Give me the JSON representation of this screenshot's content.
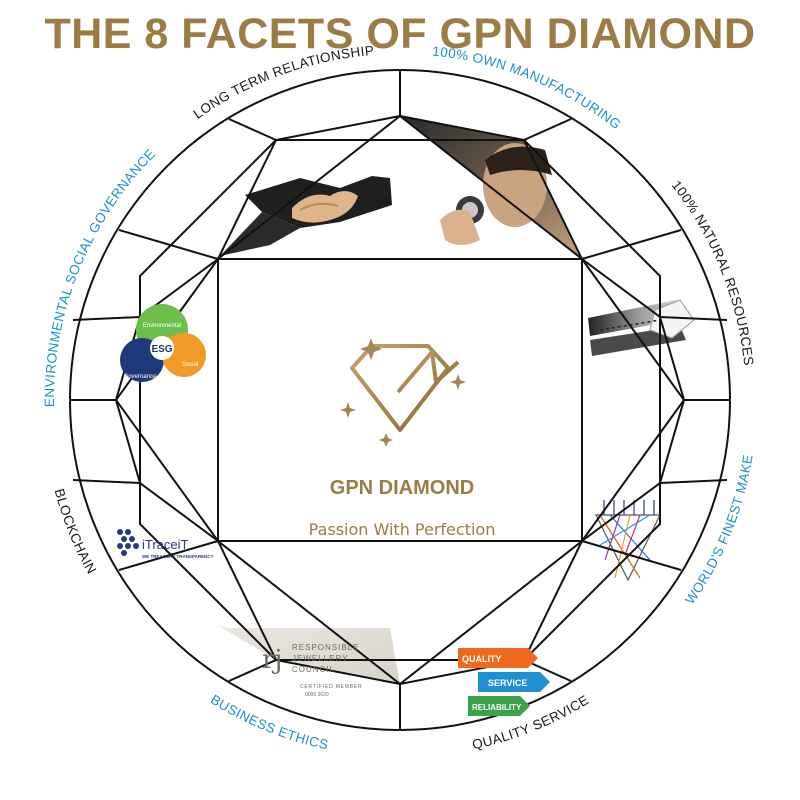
{
  "title": "THE 8 FACETS OF GPN DIAMOND",
  "colors": {
    "gold": "#9c7c45",
    "blue": "#1d8fd1",
    "black": "#1a1a1a",
    "line": "#111111",
    "center_bg": "#ffffff"
  },
  "facets": [
    {
      "label": "LONG TERM RELATIONSHIP",
      "color": "#1a1a1a"
    },
    {
      "label": "100% OWN MANUFACTURING",
      "color": "#1d8fd1"
    },
    {
      "label": "100% NATURAL RESOURCES",
      "color": "#1a1a1a"
    },
    {
      "label": "WORLD'S FINEST MAKE",
      "color": "#1d8fd1"
    },
    {
      "label": "QUALITY SERVICE",
      "color": "#1a1a1a"
    },
    {
      "label": "BUSINESS ETHICS",
      "color": "#1d8fd1"
    },
    {
      "label": "BLOCKCHAIN",
      "color": "#1a1a1a"
    },
    {
      "label": "ENVIRONMENTAL SOCIAL GOVERNANCE",
      "color": "#1d8fd1"
    }
  ],
  "center": {
    "brand": "GPN DIAMOND",
    "tagline": "Passion With Perfection"
  },
  "esg_badge": {
    "top": "Environmental",
    "center": "ESG",
    "right": "Social",
    "bottom": "Governance"
  },
  "itraceit": {
    "name": "iTraceiT",
    "tagline": "WE TREASURE TRANSPARENCY"
  },
  "rjc": {
    "monogram": "rj",
    "line1": "RESPONSIBLE",
    "line2": "JEWELLERY",
    "line3": "COUNCIL",
    "member": "CERTIFIED MEMBER",
    "number": "0000 3620"
  },
  "quality_arrows": [
    "QUALITY",
    "SERVICE",
    "RELIABILITY"
  ]
}
